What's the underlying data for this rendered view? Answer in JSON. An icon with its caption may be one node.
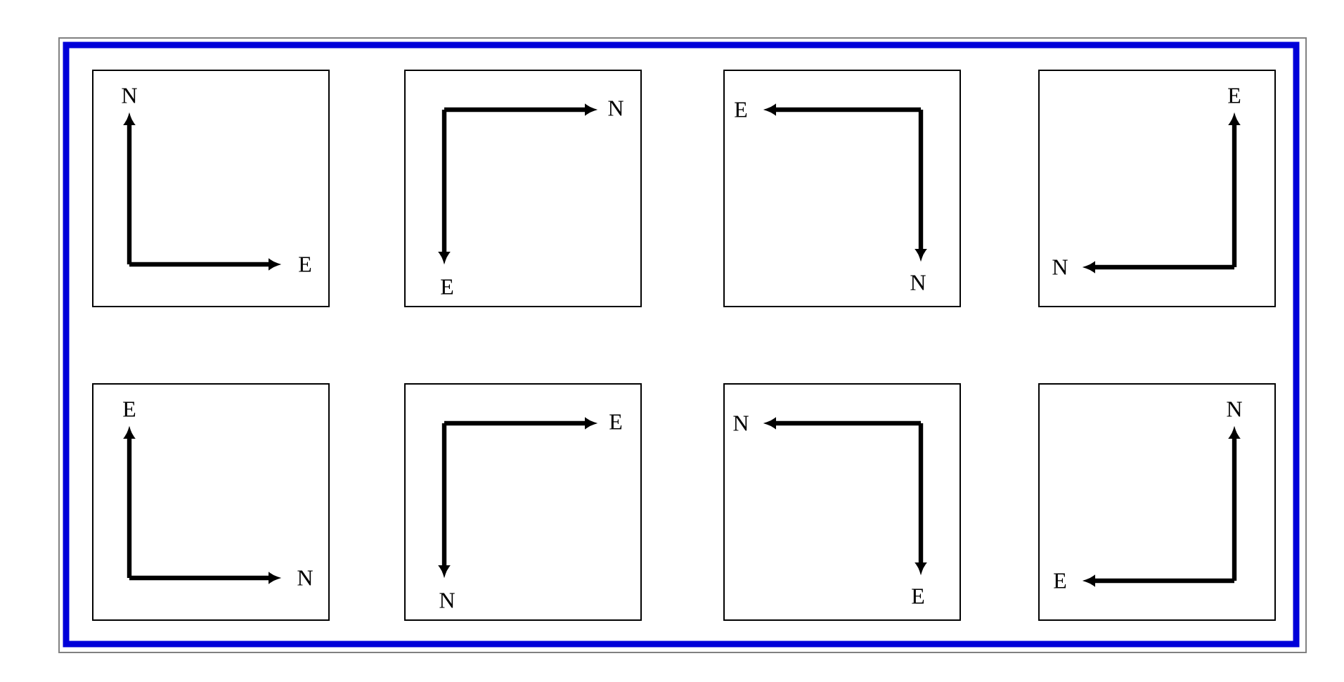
{
  "diagram": {
    "nodes": [
      {
        "text": [
          "N",
          "E"
        ]
      },
      {
        "text": [
          "N",
          "E"
        ]
      },
      {
        "text": [
          "E",
          "N"
        ]
      },
      {
        "text": [
          "E",
          "N"
        ]
      },
      {
        "text": [
          "E",
          "N"
        ]
      },
      {
        "text": [
          "E",
          "N"
        ]
      },
      {
        "text": [
          "N",
          "E"
        ]
      },
      {
        "text": [
          "N",
          "E"
        ]
      }
    ]
  }
}
